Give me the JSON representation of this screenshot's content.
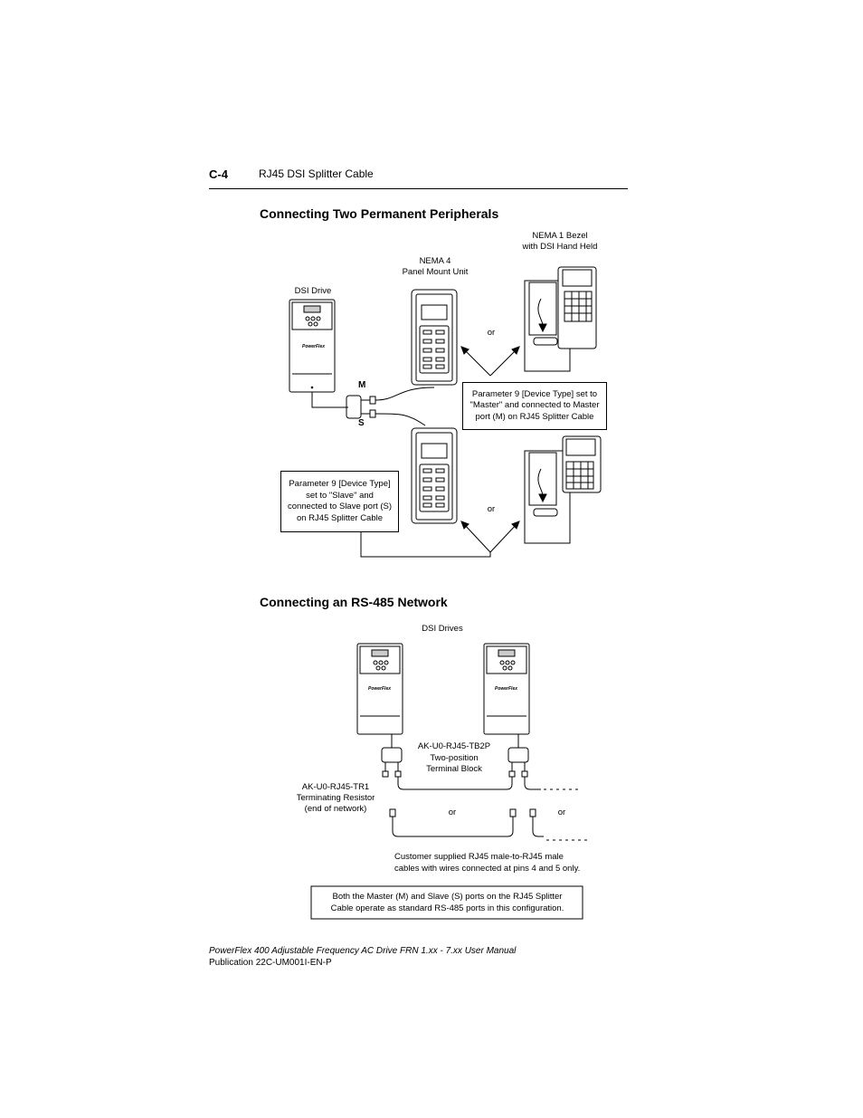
{
  "header": {
    "page_number": "C-4",
    "section_title": "RJ45 DSI Splitter Cable"
  },
  "section1": {
    "heading": "Connecting Two Permanent Peripherals",
    "labels": {
      "dsi_drive": "DSI Drive",
      "nema4_line1": "NEMA 4",
      "nema4_line2": "Panel Mount Unit",
      "nema1_line1": "NEMA 1 Bezel",
      "nema1_line2": "with DSI Hand Held",
      "or_top": "or",
      "or_bottom": "or",
      "port_m": "M",
      "port_s": "S"
    },
    "callout_master": "Parameter 9 [Device Type] set to\n\"Master\" and connected to Master\nport (M) on RJ45 Splitter Cable",
    "callout_slave": "Parameter 9 [Device Type]\nset to \"Slave\" and\nconnected to Slave port (S)\non RJ45 Splitter Cable"
  },
  "section2": {
    "heading": "Connecting an RS-485 Network",
    "labels": {
      "dsi_drives": "DSI Drives",
      "tb2p_line1": "AK-U0-RJ45-TB2P",
      "tb2p_line2": "Two-position",
      "tb2p_line3": "Terminal Block",
      "tr1_line1": "AK-U0-RJ45-TR1",
      "tr1_line2": "Terminating Resistor",
      "tr1_line3": "(end of network)",
      "or_left": "or",
      "or_right": "or",
      "cable_note_line1": "Customer supplied RJ45 male-to-RJ45 male",
      "cable_note_line2": "cables with wires connected at pins 4 and 5 only."
    },
    "note_box": "Both the Master (M) and Slave (S) ports on the RJ45 Splitter\nCable operate as standard RS-485 ports in this configuration."
  },
  "footer": {
    "manual_title": "PowerFlex 400 Adjustable Frequency AC Drive FRN 1.xx - 7.xx User Manual",
    "publication": "Publication 22C-UM001I-EN-P"
  }
}
